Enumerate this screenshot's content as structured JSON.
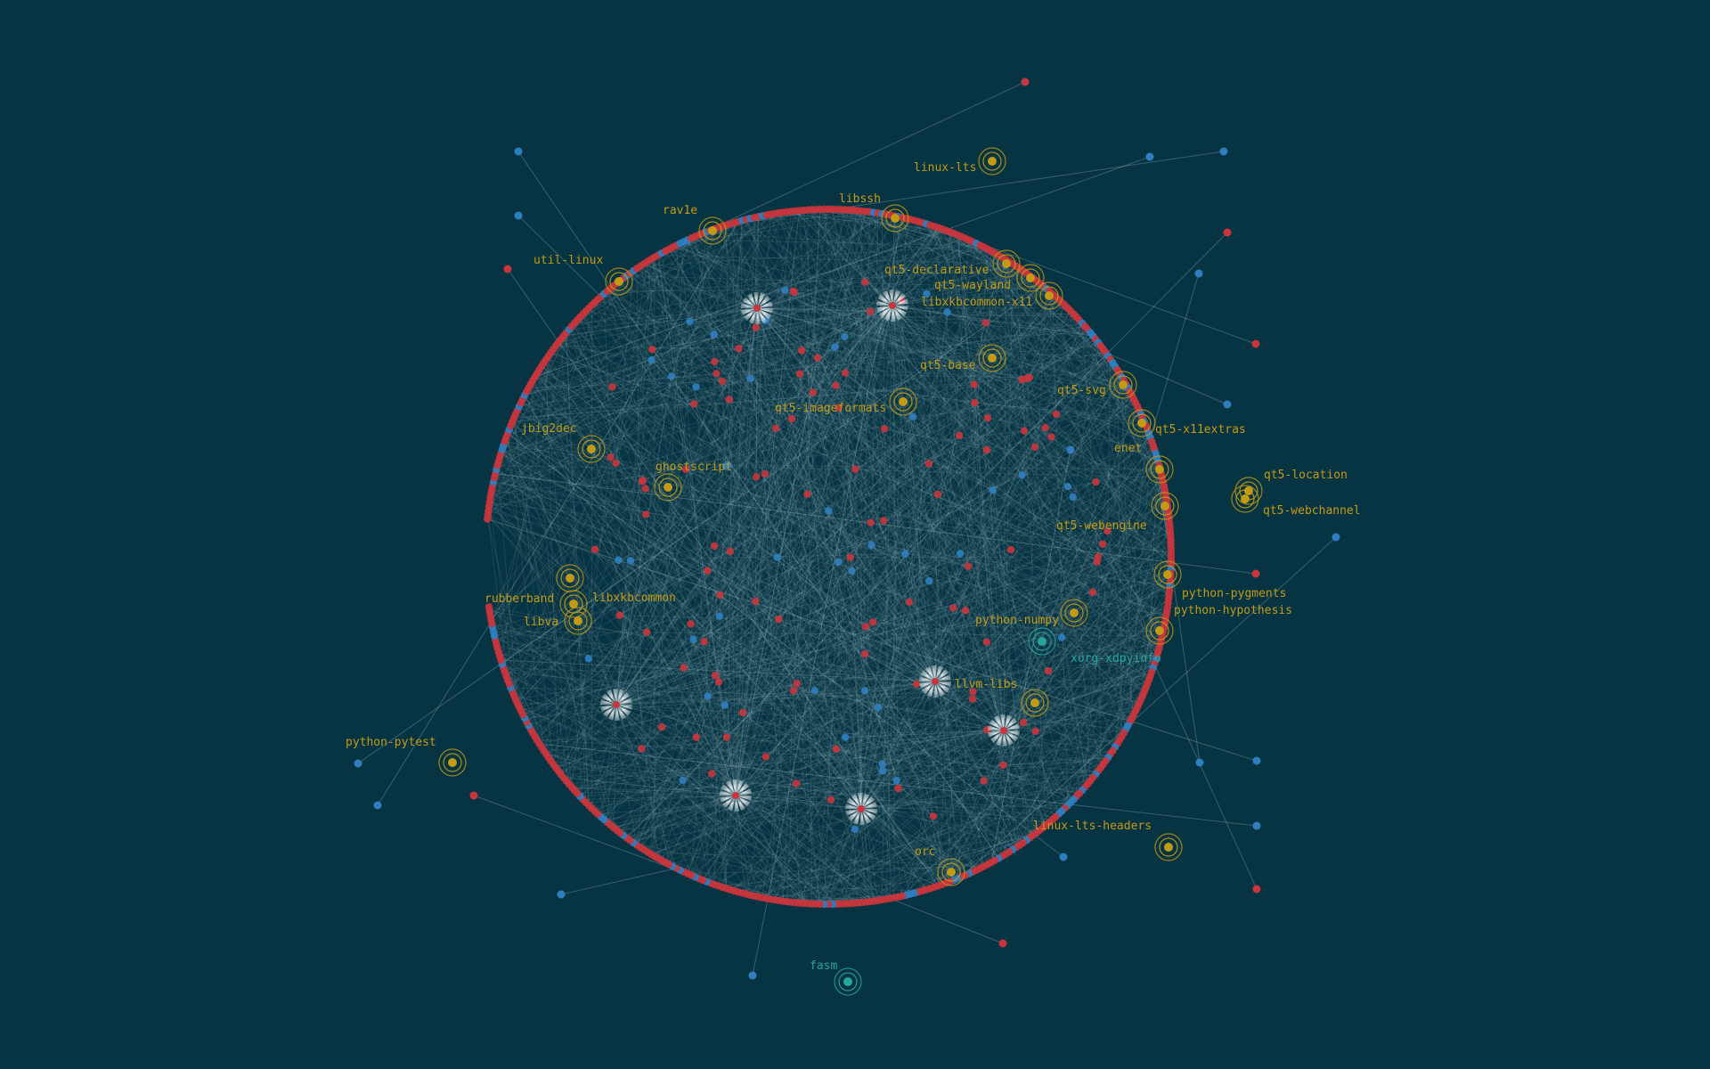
{
  "colors": {
    "background": "#073443",
    "installed": "#c9353d",
    "dependency": "#2f7fc0",
    "highlight": "#c39a13",
    "highlight_alt": "#26a69a",
    "edge": "#9fc2c6"
  },
  "packages": [
    {
      "id": "linux-lts",
      "label": "linux-lts",
      "color": "highlight"
    },
    {
      "id": "libssh",
      "label": "libssh",
      "color": "highlight"
    },
    {
      "id": "rav1e",
      "label": "rav1e",
      "color": "highlight"
    },
    {
      "id": "util-linux",
      "label": "util-linux",
      "color": "highlight"
    },
    {
      "id": "qt5-declarative",
      "label": "qt5-declarative",
      "color": "highlight"
    },
    {
      "id": "qt5-wayland",
      "label": "qt5-wayland",
      "color": "highlight"
    },
    {
      "id": "libxkbcommon-x11",
      "label": "libxkbcommon-x11",
      "color": "highlight"
    },
    {
      "id": "qt5-base",
      "label": "qt5-base",
      "color": "highlight"
    },
    {
      "id": "qt5-svg",
      "label": "qt5-svg",
      "color": "highlight"
    },
    {
      "id": "qt5-x11extras",
      "label": "qt5-x11extras",
      "color": "highlight"
    },
    {
      "id": "qt5-imageformats",
      "label": "qt5-imageformats",
      "color": "highlight"
    },
    {
      "id": "jbig2dec",
      "label": "jbig2dec",
      "color": "highlight"
    },
    {
      "id": "enet",
      "label": "enet",
      "color": "highlight"
    },
    {
      "id": "ghostscript",
      "label": "ghostscript",
      "color": "highlight"
    },
    {
      "id": "qt5-location",
      "label": "qt5-location",
      "color": "highlight"
    },
    {
      "id": "qt5-webchannel",
      "label": "qt5-webchannel",
      "color": "highlight"
    },
    {
      "id": "qt5-webengine",
      "label": "qt5-webengine",
      "color": "highlight"
    },
    {
      "id": "rubberband",
      "label": "rubberband",
      "color": "highlight"
    },
    {
      "id": "libxkbcommon",
      "label": "libxkbcommon",
      "color": "highlight"
    },
    {
      "id": "python-pygments",
      "label": "python-pygments",
      "color": "highlight"
    },
    {
      "id": "libva",
      "label": "libva",
      "color": "highlight"
    },
    {
      "id": "python-hypothesis",
      "label": "python-hypothesis",
      "color": "highlight"
    },
    {
      "id": "python-numpy",
      "label": "python-numpy",
      "color": "highlight"
    },
    {
      "id": "xorg-xdpyinfo",
      "label": "xorg-xdpyinfo",
      "color": "highlight_alt"
    },
    {
      "id": "llvm-libs",
      "label": "llvm-libs",
      "color": "highlight"
    },
    {
      "id": "python-pytest",
      "label": "python-pytest",
      "color": "highlight"
    },
    {
      "id": "linux-lts-headers",
      "label": "linux-lts-headers",
      "color": "highlight"
    },
    {
      "id": "orc",
      "label": "orc",
      "color": "highlight"
    },
    {
      "id": "fasm",
      "label": "fasm",
      "color": "highlight_alt"
    }
  ]
}
